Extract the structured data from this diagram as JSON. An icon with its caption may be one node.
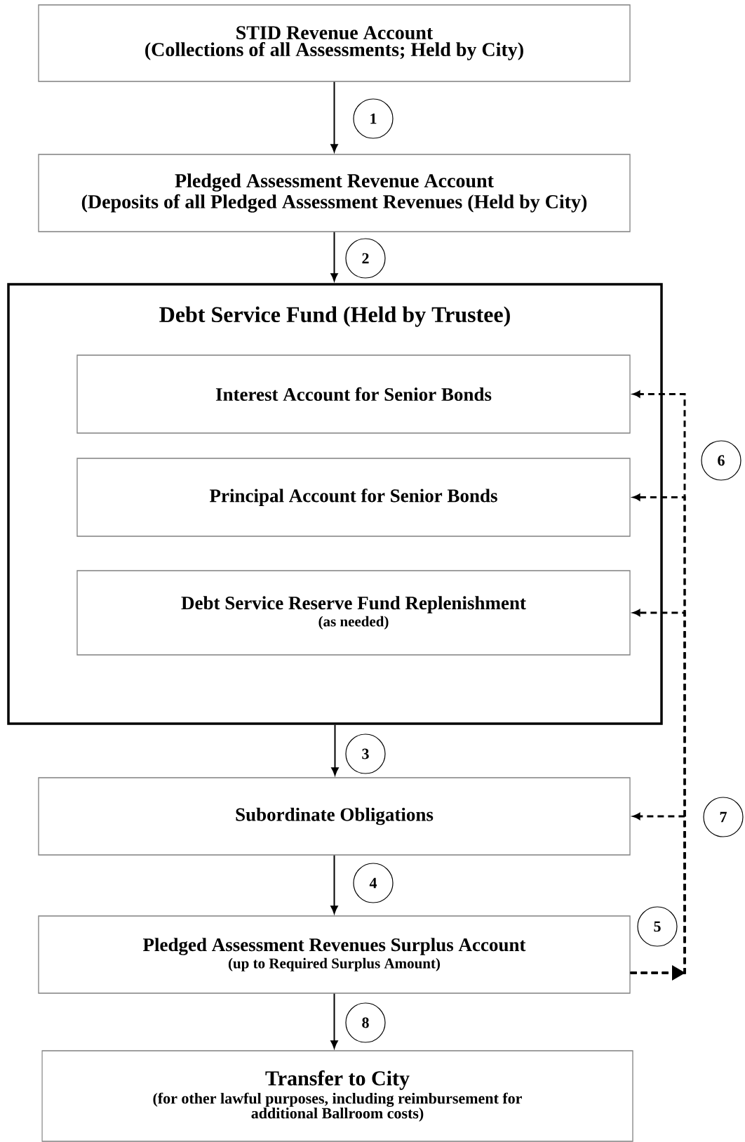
{
  "diagram": {
    "nodes": [
      {
        "text": [
          "STID Revenue Account",
          "(Collections of all Assessments; Held by City)"
        ]
      },
      {
        "text": [
          "Pledged Assessment Revenue Account",
          "(Deposits of all Pledged Assessment Revenues (Held by City)"
        ]
      },
      {
        "text": [
          "Debt Service Fund (Held by Trustee)"
        ]
      },
      {
        "text": [
          "Interest Account for Senior Bonds"
        ],
        "in": 2
      },
      {
        "text": [
          "Principal Account for Senior Bonds"
        ],
        "in": 2
      },
      {
        "text": [
          "Debt Service Reserve Fund Replenishment",
          "(as needed)"
        ],
        "in": 2
      },
      {
        "text": [
          "Subordinate Obligations"
        ]
      },
      {
        "text": [
          "Pledged Assessment Revenues Surplus Account",
          "(up to Required Surplus Amount)"
        ]
      },
      {
        "text": [
          "Transfer to City",
          "(for other lawful purposes, including reimbursement for additional Ballroom costs)"
        ]
      }
    ],
    "edges": [
      {
        "from": 0,
        "to": 1,
        "arrow": "to",
        "label": "1"
      },
      {
        "from": 1,
        "to": 2,
        "arrow": "to",
        "label": "2"
      },
      {
        "from": 2,
        "to": 6,
        "arrow": "to",
        "label": "3"
      },
      {
        "from": 6,
        "to": 7,
        "arrow": "to",
        "label": "4"
      },
      {
        "from": 7,
        "to": 8,
        "arrow": "to",
        "label": "8"
      },
      {
        "from": 7,
        "to": 3,
        "arrow": "to",
        "style": "dashed"
      },
      {
        "from": 7,
        "to": 4,
        "arrow": "to",
        "style": "dashed"
      },
      {
        "from": 7,
        "to": 5,
        "arrow": "to",
        "style": "dashed"
      },
      {
        "from": 7,
        "to": 6,
        "arrow": "to",
        "style": "dashed"
      }
    ],
    "labels": [
      "6",
      "7",
      "5"
    ]
  }
}
